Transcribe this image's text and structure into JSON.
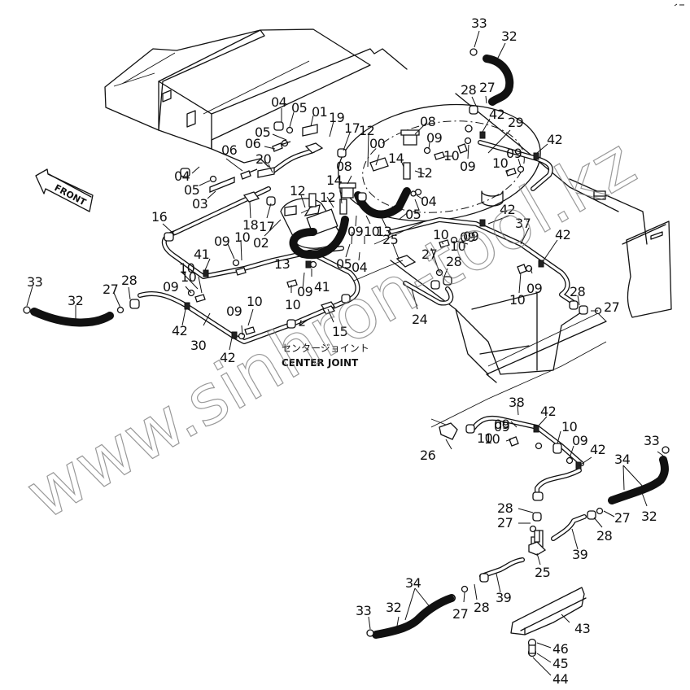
{
  "diagram": {
    "type": "exploded parts diagram",
    "subject": "center joint hydraulic piping",
    "front_indicator": {
      "label": "FRONT",
      "icon": "front-arrow-icon"
    },
    "caption": {
      "japanese": "センタージョイント",
      "english": "CENTER JOINT"
    },
    "watermark": "www.sinhron-tool.kz",
    "callouts": [
      {
        "id": "c1",
        "label": "33"
      },
      {
        "id": "c2",
        "label": "32"
      },
      {
        "id": "c3",
        "label": "28"
      },
      {
        "id": "c4",
        "label": "27"
      },
      {
        "id": "c5",
        "label": "42"
      },
      {
        "id": "c6",
        "label": "29"
      },
      {
        "id": "c7",
        "label": "42"
      },
      {
        "id": "c8",
        "label": "04"
      },
      {
        "id": "c9",
        "label": "05"
      },
      {
        "id": "c10",
        "label": "01"
      },
      {
        "id": "c11",
        "label": "19"
      },
      {
        "id": "c12",
        "label": "17"
      },
      {
        "id": "c13",
        "label": "12"
      },
      {
        "id": "c14",
        "label": "00"
      },
      {
        "id": "c15",
        "label": "08"
      },
      {
        "id": "c16",
        "label": "09"
      },
      {
        "id": "c17",
        "label": "05"
      },
      {
        "id": "c18",
        "label": "06"
      },
      {
        "id": "c19",
        "label": "20"
      },
      {
        "id": "c20",
        "label": "14"
      },
      {
        "id": "c21",
        "label": "12"
      },
      {
        "id": "c22",
        "label": "10"
      },
      {
        "id": "c23",
        "label": "09"
      },
      {
        "id": "c24",
        "label": "10"
      },
      {
        "id": "c25",
        "label": "09"
      },
      {
        "id": "c26",
        "label": "06"
      },
      {
        "id": "c27",
        "label": "04"
      },
      {
        "id": "c28",
        "label": "05"
      },
      {
        "id": "c29",
        "label": "03"
      },
      {
        "id": "c30",
        "label": "08"
      },
      {
        "id": "c31",
        "label": "14"
      },
      {
        "id": "c32",
        "label": "12"
      },
      {
        "id": "c33",
        "label": "12"
      },
      {
        "id": "c34",
        "label": "04"
      },
      {
        "id": "c35",
        "label": "05"
      },
      {
        "id": "c36",
        "label": "42"
      },
      {
        "id": "c37",
        "label": "37"
      },
      {
        "id": "c38",
        "label": "16"
      },
      {
        "id": "c39",
        "label": "18"
      },
      {
        "id": "c40",
        "label": "17"
      },
      {
        "id": "c41",
        "label": "02"
      },
      {
        "id": "c42",
        "label": "09"
      },
      {
        "id": "c43",
        "label": "10"
      },
      {
        "id": "c44",
        "label": "13"
      },
      {
        "id": "c45",
        "label": "09"
      },
      {
        "id": "c46",
        "label": "10"
      },
      {
        "id": "c47",
        "label": "13"
      },
      {
        "id": "c48",
        "label": "25"
      },
      {
        "id": "c49",
        "label": "05"
      },
      {
        "id": "c50",
        "label": "04"
      },
      {
        "id": "c51",
        "label": "27"
      },
      {
        "id": "c52",
        "label": "10"
      },
      {
        "id": "c53",
        "label": "09"
      },
      {
        "id": "c54",
        "label": "28"
      },
      {
        "id": "c55",
        "label": "42"
      },
      {
        "id": "c56",
        "label": "41"
      },
      {
        "id": "c57",
        "label": "10"
      },
      {
        "id": "c58",
        "label": "09"
      },
      {
        "id": "c59",
        "label": "10"
      },
      {
        "id": "c60",
        "label": "41"
      },
      {
        "id": "c61",
        "label": "09"
      },
      {
        "id": "c62",
        "label": "10"
      },
      {
        "id": "c63",
        "label": "09"
      },
      {
        "id": "c64",
        "label": "10"
      },
      {
        "id": "c65",
        "label": "28"
      },
      {
        "id": "c66",
        "label": "27"
      },
      {
        "id": "c67",
        "label": "33"
      },
      {
        "id": "c68",
        "label": "32"
      },
      {
        "id": "c69",
        "label": "27"
      },
      {
        "id": "c70",
        "label": "28"
      },
      {
        "id": "c71",
        "label": "09"
      },
      {
        "id": "c72",
        "label": "10"
      },
      {
        "id": "c73",
        "label": "42"
      },
      {
        "id": "c74",
        "label": "30"
      },
      {
        "id": "c75",
        "label": "42"
      },
      {
        "id": "c76",
        "label": "09"
      },
      {
        "id": "c77",
        "label": "10"
      },
      {
        "id": "c78",
        "label": "15"
      },
      {
        "id": "c79",
        "label": "24"
      },
      {
        "id": "c80",
        "label": "10"
      },
      {
        "id": "c81",
        "label": "09"
      },
      {
        "id": "c82",
        "label": "38"
      },
      {
        "id": "c83",
        "label": "42"
      },
      {
        "id": "c84",
        "label": "09"
      },
      {
        "id": "c85",
        "label": "10"
      },
      {
        "id": "c86",
        "label": "10"
      },
      {
        "id": "c87",
        "label": "09"
      },
      {
        "id": "c88",
        "label": "42"
      },
      {
        "id": "c89",
        "label": "26"
      },
      {
        "id": "c90",
        "label": "33"
      },
      {
        "id": "c91",
        "label": "34"
      },
      {
        "id": "c92",
        "label": "32"
      },
      {
        "id": "c93",
        "label": "27"
      },
      {
        "id": "c94",
        "label": "28"
      },
      {
        "id": "c95",
        "label": "28"
      },
      {
        "id": "c96",
        "label": "27"
      },
      {
        "id": "c97",
        "label": "39"
      },
      {
        "id": "c98",
        "label": "25"
      },
      {
        "id": "c99",
        "label": "39"
      },
      {
        "id": "c100",
        "label": "34"
      },
      {
        "id": "c101",
        "label": "33"
      },
      {
        "id": "c102",
        "label": "32"
      },
      {
        "id": "c103",
        "label": "27"
      },
      {
        "id": "c104",
        "label": "28"
      },
      {
        "id": "c105",
        "label": "43"
      },
      {
        "id": "c106",
        "label": "46"
      },
      {
        "id": "c107",
        "label": "45"
      },
      {
        "id": "c108",
        "label": "44"
      }
    ]
  }
}
